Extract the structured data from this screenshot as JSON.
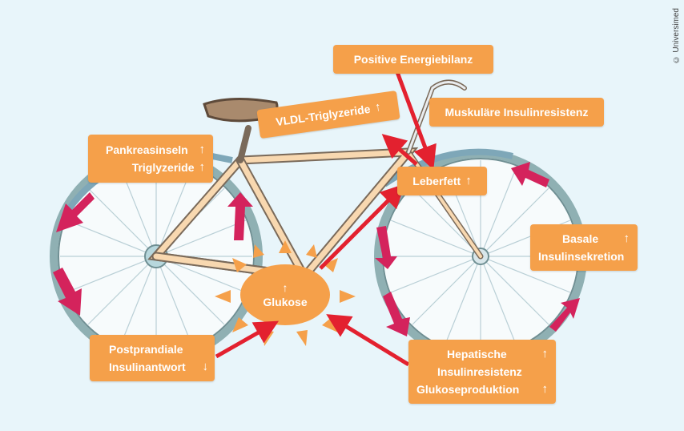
{
  "copyright": "© Universimed",
  "boxes": {
    "energie": {
      "line1": "Positive Energiebilanz"
    },
    "muskel": {
      "line1": "Muskuläre Insulinresistenz"
    },
    "vldl": {
      "line1": "VLDL-Triglyzeride",
      "arrow1": "↑"
    },
    "leber": {
      "line1": "Leberfett",
      "arrow1": "↑"
    },
    "pankreas": {
      "line1": "Pankreasinseln",
      "arrow1": "↑",
      "line2": "Triglyzeride",
      "arrow2": "↑"
    },
    "basal": {
      "line1": "Basale",
      "arrow1": "↑",
      "line2": "Insulinsekretion"
    },
    "postprandial": {
      "line1": "Postprandiale",
      "line2": "Insulinantwort",
      "arrow2": "↓"
    },
    "hepatisch": {
      "line1": "Hepatische",
      "arrow1": "↑",
      "line2": "Insulinresistenz",
      "line3": "Glukoseproduktion",
      "arrow3": "↑"
    },
    "glukose": {
      "arrow": "↑",
      "label": "Glukose"
    }
  },
  "colors": {
    "box": "#f5a04a",
    "arrow": "#e3212f",
    "wheel_arrow": "#d4235c",
    "background": "#e8f5fa"
  }
}
